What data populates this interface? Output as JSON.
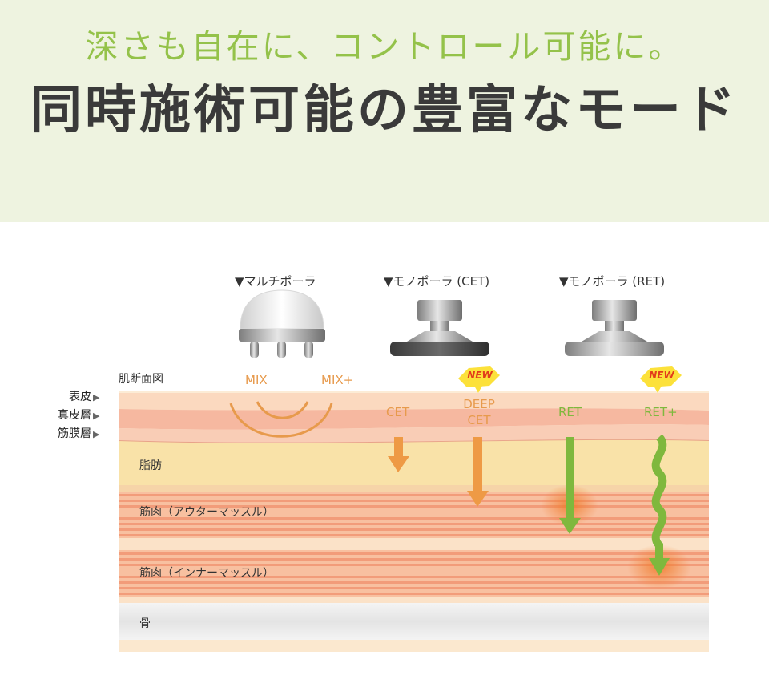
{
  "header": {
    "subtitle": "深さも自在に、コントロール可能に。",
    "title": "同時施術可能の豊富なモード"
  },
  "devices": [
    {
      "label": "▼マルチポーラ"
    },
    {
      "label": "▼モノポーラ (CET)"
    },
    {
      "label": "▼モノポーラ (RET)"
    }
  ],
  "diagram": {
    "section_label": "肌断面図",
    "side_labels": [
      "表皮",
      "真皮層",
      "筋膜層"
    ],
    "layers": {
      "fat": "脂肪",
      "outer_muscle": "筋肉（アウターマッスル）",
      "inner_muscle": "筋肉（インナーマッスル）",
      "bone": "骨"
    },
    "modes": {
      "mix": "MIX",
      "mix_plus": "MIX+",
      "cet": "CET",
      "deep_cet_line1": "DEEP",
      "deep_cet_line2": "CET",
      "ret": "RET",
      "ret_plus": "RET+"
    },
    "new_badge": "NEW",
    "colors": {
      "orange": "#e79a4c",
      "green": "#7fb83d",
      "header_bg": "#eef3e0"
    }
  }
}
